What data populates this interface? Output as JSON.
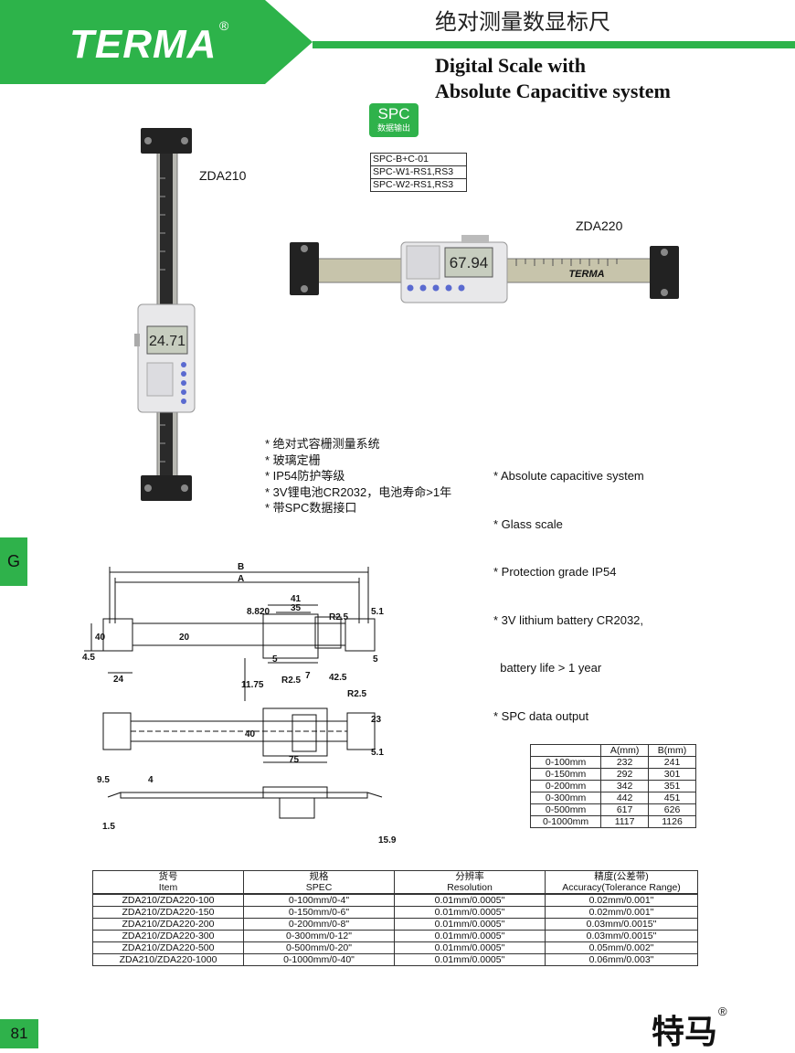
{
  "brand": {
    "logo": "TERMA",
    "reg_mark": "®"
  },
  "header": {
    "cn_title": "绝对测量数显标尺",
    "en_title_line1": "Digital Scale with",
    "en_title_line2": "Absolute Capacitive system"
  },
  "spc": {
    "badge": "SPC",
    "badge_sub": "数据输出",
    "items": [
      "SPC-B+C-01",
      "SPC-W1-RS1,RS3",
      "SPC-W2-RS1,RS3"
    ]
  },
  "products": {
    "zda210_label": "ZDA210",
    "zda220_label": "ZDA220",
    "zda210_display": "24.71",
    "zda220_display": "67.94",
    "scale_brand": "TERMA"
  },
  "features_cn": [
    "* 绝对式容栅测量系统",
    "* 玻璃定栅",
    "* IP54防护等级",
    "* 3V锂电池CR2032，电池寿命>1年",
    "* 带SPC数据接口"
  ],
  "features_en": [
    "* Absolute capacitive system",
    "* Glass scale",
    "* Protection grade IP54",
    "* 3V lithium battery CR2032,",
    "  battery life > 1 year",
    "* SPC data output"
  ],
  "section_tab": "G",
  "drawing": {
    "dims": [
      "B",
      "A",
      "41",
      "35",
      "8.8",
      "20",
      "5.1",
      "R2.5",
      "40",
      "20",
      "4.5",
      "5",
      "7",
      "5",
      "24",
      "11.75",
      "42.5",
      "R2.5",
      "R2.5",
      "23",
      "40",
      "5.1",
      "75",
      "9.5",
      "4",
      "1.5",
      "15.9"
    ]
  },
  "dim_table": {
    "headers": [
      "",
      "A(mm)",
      "B(mm)"
    ],
    "rows": [
      [
        "0-100mm",
        "232",
        "241"
      ],
      [
        "0-150mm",
        "292",
        "301"
      ],
      [
        "0-200mm",
        "342",
        "351"
      ],
      [
        "0-300mm",
        "442",
        "451"
      ],
      [
        "0-500mm",
        "617",
        "626"
      ],
      [
        "0-1000mm",
        "1117",
        "1126"
      ]
    ]
  },
  "spec_table": {
    "headers_cn": [
      "货号",
      "规格",
      "分辨率",
      "精度(公差带)"
    ],
    "headers_en": [
      "Item",
      "SPEC",
      "Resolution",
      "Accuracy(Tolerance Range)"
    ],
    "rows": [
      [
        "ZDA210/ZDA220-100",
        "0-100mm/0-4\"",
        "0.01mm/0.0005\"",
        "0.02mm/0.001\""
      ],
      [
        "ZDA210/ZDA220-150",
        "0-150mm/0-6\"",
        "0.01mm/0.0005\"",
        "0.02mm/0.001\""
      ],
      [
        "ZDA210/ZDA220-200",
        "0-200mm/0-8\"",
        "0.01mm/0.0005\"",
        "0.03mm/0.0015\""
      ],
      [
        "ZDA210/ZDA220-300",
        "0-300mm/0-12\"",
        "0.01mm/0.0005\"",
        "0.03mm/0.0015\""
      ],
      [
        "ZDA210/ZDA220-500",
        "0-500mm/0-20\"",
        "0.01mm/0.0005\"",
        "0.05mm/0.002\""
      ],
      [
        "ZDA210/ZDA220-1000",
        "0-1000mm/0-40\"",
        "0.01mm/0.0005\"",
        "0.06mm/0.003\""
      ]
    ]
  },
  "footer": {
    "page_number": "81",
    "brand_cn": "特马",
    "reg_mark": "®"
  },
  "colors": {
    "brand_green": "#2db34a"
  }
}
